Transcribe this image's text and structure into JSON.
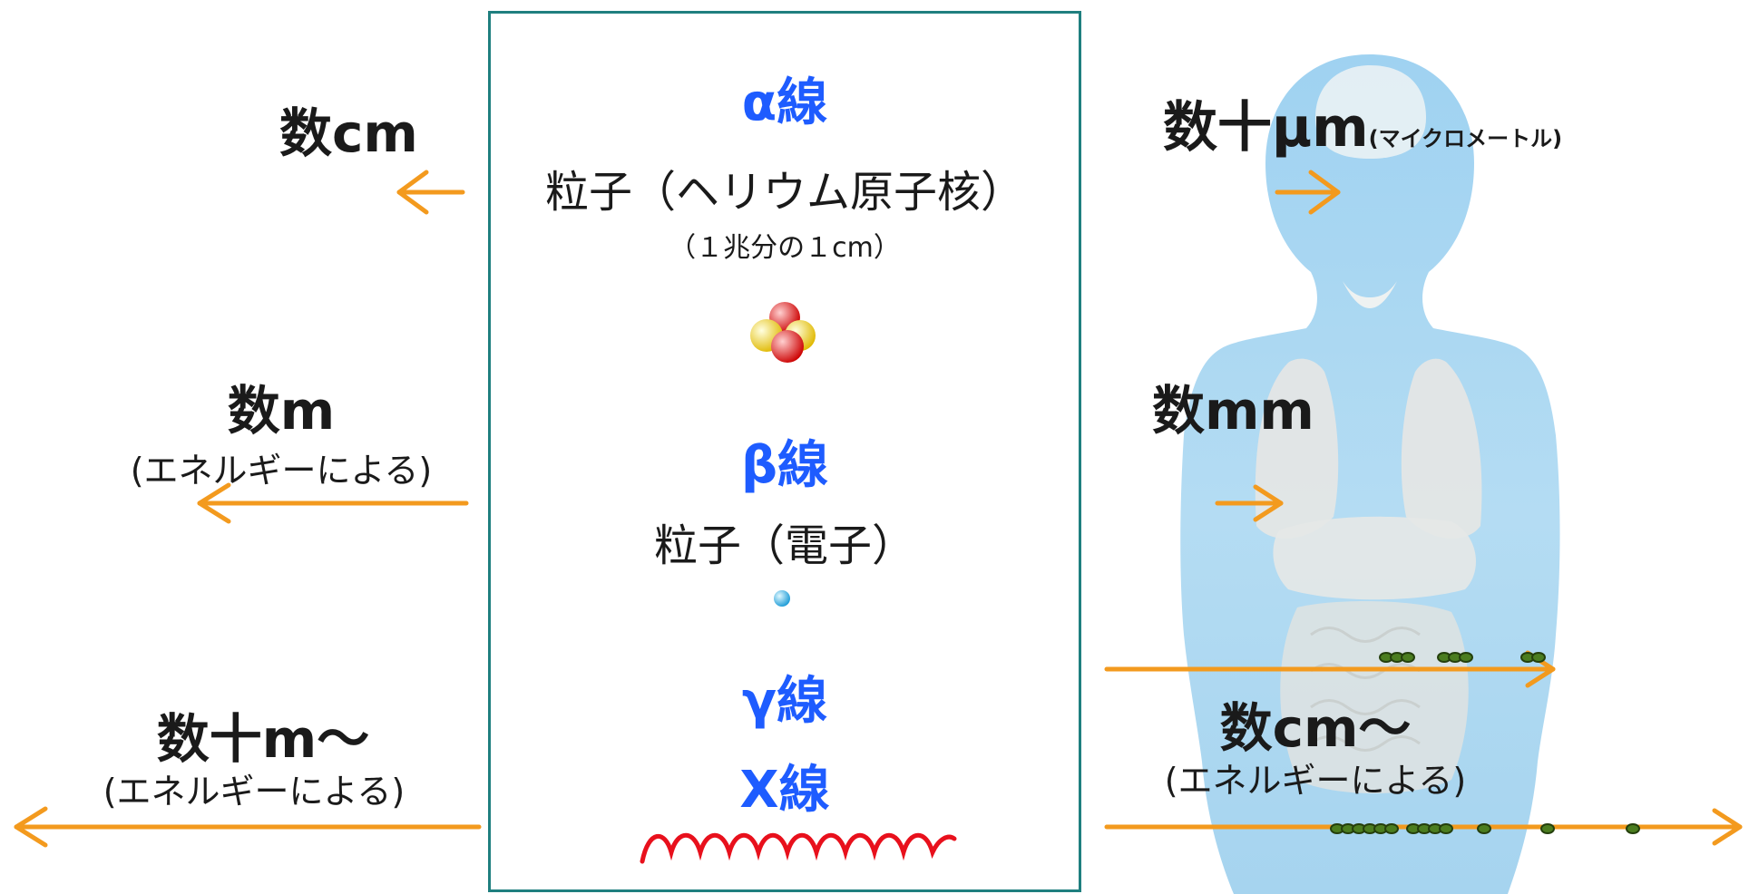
{
  "colors": {
    "arrow": "#f39a1e",
    "border": "#1f7f7f",
    "title_blue": "#1e5cff",
    "body": "#a9d8f3",
    "organ": "#e4e6e5",
    "particle_green": "#4b7d1f"
  },
  "center": {
    "alpha": {
      "title": "α線",
      "desc": "粒子（ヘリウム原子核）",
      "size": "（１兆分の１cm）"
    },
    "beta": {
      "title": "β線",
      "desc": "粒子（電子）"
    },
    "gamma": {
      "title": "γ線",
      "subtitle": "X線"
    }
  },
  "left": {
    "alpha_range": "数cm",
    "beta_range": "数m",
    "beta_note": "(エネルギーによる)",
    "gamma_range": "数十m～",
    "gamma_note": "(エネルギーによる)"
  },
  "right": {
    "alpha_range": "数十μm",
    "alpha_unit": "(マイクロメートル)",
    "beta_range": "数mm",
    "gamma_range": "数cm～",
    "gamma_note": "(エネルギーによる)"
  },
  "icons": [
    "helium-nucleus-icon",
    "electron-icon",
    "wave-icon",
    "human-body-icon",
    "arrow-icon"
  ]
}
